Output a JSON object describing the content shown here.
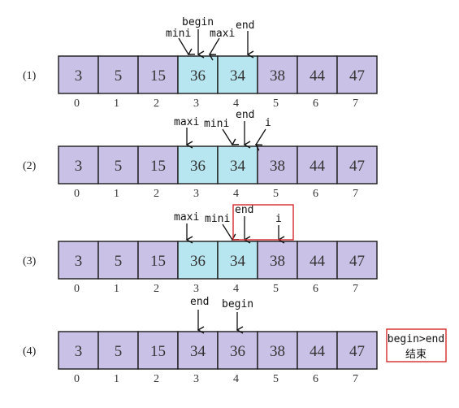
{
  "colors": {
    "cell_default": "#c9c2e6",
    "cell_highlight": "#b7e6f0",
    "cell_border": "#1a1a1a",
    "arrow": "#111111",
    "note_border": "#d42a2a"
  },
  "index_labels": [
    "0",
    "1",
    "2",
    "3",
    "4",
    "5",
    "6",
    "7"
  ],
  "rows": [
    {
      "label": "(1)",
      "values": [
        "3",
        "5",
        "15",
        "36",
        "34",
        "38",
        "44",
        "47"
      ],
      "highlight": [
        3,
        4
      ],
      "pointers": [
        {
          "text": "mini",
          "target": 3
        },
        {
          "text": "begin",
          "target": 3
        },
        {
          "text": "maxi",
          "target": 3
        },
        {
          "text": "end",
          "target": 4
        }
      ]
    },
    {
      "label": "(2)",
      "values": [
        "3",
        "5",
        "15",
        "36",
        "34",
        "38",
        "44",
        "47"
      ],
      "highlight": [
        3,
        4
      ],
      "pointers": [
        {
          "text": "maxi",
          "target": 3
        },
        {
          "text": "mini",
          "target": 4
        },
        {
          "text": "end",
          "target": 4
        },
        {
          "text": "i",
          "target": 4
        }
      ]
    },
    {
      "label": "(3)",
      "values": [
        "3",
        "5",
        "15",
        "36",
        "34",
        "38",
        "44",
        "47"
      ],
      "highlight": [
        3,
        4
      ],
      "pointers": [
        {
          "text": "maxi",
          "target": 3
        },
        {
          "text": "mini",
          "target": 4
        },
        {
          "text": "end",
          "target": 4
        },
        {
          "text": "i",
          "target": 5
        }
      ]
    },
    {
      "label": "(4)",
      "values": [
        "3",
        "5",
        "15",
        "34",
        "36",
        "38",
        "44",
        "47"
      ],
      "highlight": [],
      "pointers": [
        {
          "text": "end",
          "target": 3
        },
        {
          "text": "begin",
          "target": 4
        }
      ]
    }
  ],
  "note": {
    "line1": "begin>end",
    "line2": "结束"
  }
}
